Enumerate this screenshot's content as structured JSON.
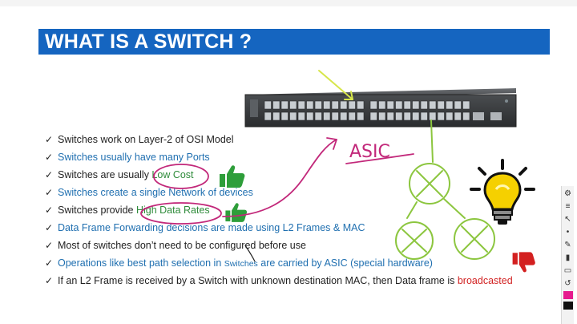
{
  "slide": {
    "title": "WHAT IS A SWITCH ?",
    "bullets": [
      {
        "style": "blue-check black",
        "parts": [
          {
            "text": "Switches work on Layer-2 of OSI Model"
          }
        ]
      },
      {
        "style": "blue",
        "parts": [
          {
            "text": "Switches usually have many Ports"
          }
        ]
      },
      {
        "style": "black",
        "parts": [
          {
            "text": "Switches are usually "
          },
          {
            "text": "Low Cost",
            "tone": "green"
          }
        ]
      },
      {
        "style": "blue",
        "parts": [
          {
            "text": "Switches create a single Network of devices"
          }
        ]
      },
      {
        "style": "black",
        "parts": [
          {
            "text": "Switches provide "
          },
          {
            "text": "High Data Rates",
            "tone": "green"
          }
        ]
      },
      {
        "style": "blue",
        "parts": [
          {
            "text": "Data Frame Forwarding decisions are made using L2 Frames & MAC"
          }
        ]
      },
      {
        "style": "black",
        "parts": [
          {
            "text": "Most of switches don’t need to be configured before use"
          }
        ]
      },
      {
        "style": "blue",
        "parts": [
          {
            "text": "Operations like best path selection in "
          },
          {
            "text": "Switches",
            "tone": "small"
          },
          {
            "text": " are carried by ASIC (special hardware)"
          }
        ]
      },
      {
        "style": "black",
        "parts": [
          {
            "text": "If an L2 Frame is received by a Switch with unknown destination MAC, then Data frame is "
          },
          {
            "text": "broadcasted",
            "tone": "red"
          }
        ]
      }
    ],
    "check_mark": "✓"
  },
  "annotations": {
    "asic_text": "ASIC",
    "ink_green": "#8cc63f",
    "ink_magenta": "#c2287a",
    "ink_yellow": "#d7e64a"
  },
  "icons": {
    "thumbs_up": "thumbs-up-icon",
    "thumbs_down": "thumbs-down-icon",
    "bulb": "light-bulb-icon"
  },
  "colors": {
    "title_bg": "#1565c0",
    "text_blue": "#1f6fb0",
    "text_green": "#2e8b3a",
    "text_red": "#d22222",
    "thumb_green": "#2e9e3a",
    "thumb_red": "#d32020",
    "bulb_yellow": "#f5d000"
  }
}
